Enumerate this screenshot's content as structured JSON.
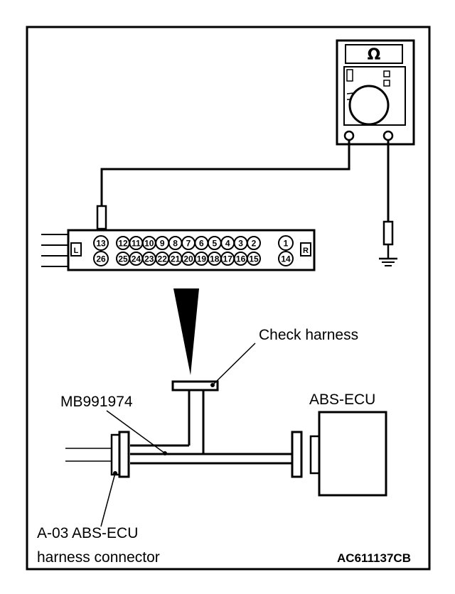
{
  "meter": {
    "symbol": "Ω"
  },
  "connector": {
    "left_marker": "L",
    "right_marker": "R",
    "top_pins": [
      "13",
      "12",
      "11",
      "10",
      "9",
      "8",
      "7",
      "6",
      "5",
      "4",
      "3",
      "2",
      "1"
    ],
    "bottom_pins": [
      "26",
      "25",
      "24",
      "23",
      "22",
      "21",
      "20",
      "19",
      "18",
      "17",
      "16",
      "15",
      "14"
    ]
  },
  "labels": {
    "check_harness": "Check harness",
    "tool": "MB991974",
    "ecu": "ABS-ECU",
    "harness_line1": "A-03 ABS-ECU",
    "harness_line2": "harness connector",
    "figure_code": "AC611137CB"
  }
}
